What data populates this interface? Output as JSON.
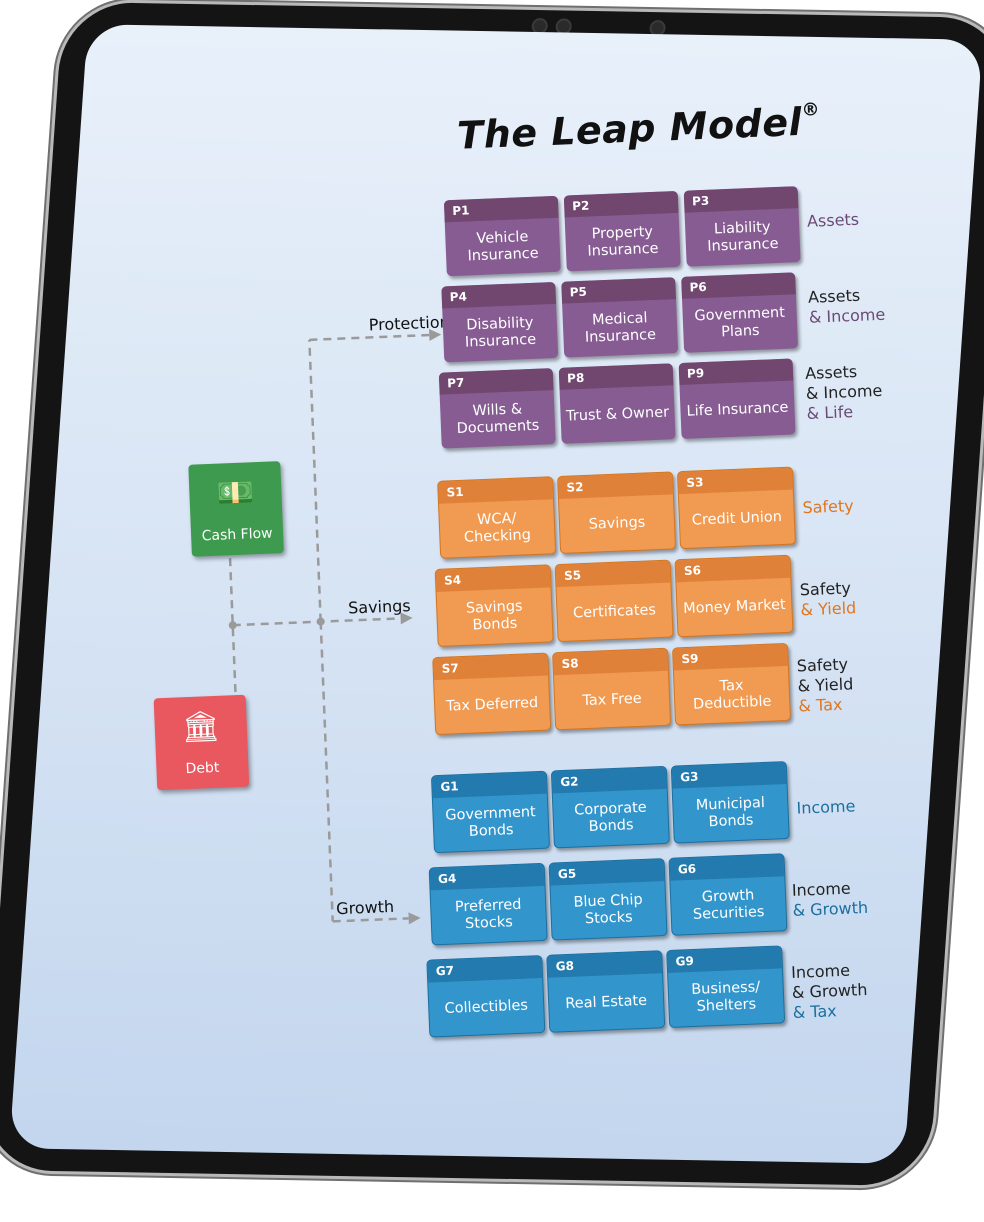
{
  "title": "The Leap Model",
  "title_mark": "®",
  "start_boxes": {
    "cash_flow": {
      "label": "Cash Flow",
      "icon": "money-stack-icon",
      "color": "#3e9a4e"
    },
    "debt": {
      "label": "Debt",
      "icon": "bank-clock-icon",
      "color": "#e9585f"
    }
  },
  "branches": {
    "protection": "Protection",
    "savings": "Savings",
    "growth": "Growth"
  },
  "protection": {
    "cards": [
      {
        "code": "P1",
        "label": "Vehicle Insurance"
      },
      {
        "code": "P2",
        "label": "Property Insurance"
      },
      {
        "code": "P3",
        "label": "Liability Insurance"
      },
      {
        "code": "P4",
        "label": "Disability Insurance"
      },
      {
        "code": "P5",
        "label": "Medical Insurance"
      },
      {
        "code": "P6",
        "label": "Government Plans"
      },
      {
        "code": "P7",
        "label": "Wills & Documents"
      },
      {
        "code": "P8",
        "label": "Trust & Owner"
      },
      {
        "code": "P9",
        "label": "Life Insurance"
      }
    ],
    "row_labels": [
      {
        "line1": "Assets",
        "line2": "",
        "line3": ""
      },
      {
        "line1": "Assets",
        "line2": "& Income",
        "line3": ""
      },
      {
        "line1": "Assets",
        "line2": "& Income",
        "line3": "& Life"
      }
    ]
  },
  "savings": {
    "cards": [
      {
        "code": "S1",
        "label": "WCA/ Checking"
      },
      {
        "code": "S2",
        "label": "Savings"
      },
      {
        "code": "S3",
        "label": "Credit Union"
      },
      {
        "code": "S4",
        "label": "Savings Bonds"
      },
      {
        "code": "S5",
        "label": "Certificates"
      },
      {
        "code": "S6",
        "label": "Money Market"
      },
      {
        "code": "S7",
        "label": "Tax Deferred"
      },
      {
        "code": "S8",
        "label": "Tax Free"
      },
      {
        "code": "S9",
        "label": "Tax Deductible"
      }
    ],
    "row_labels": [
      {
        "line1": "Safety",
        "line2": "",
        "line3": ""
      },
      {
        "line1": "Safety",
        "line2": "& Yield",
        "line3": ""
      },
      {
        "line1": "Safety",
        "line2": "& Yield",
        "line3": "& Tax"
      }
    ]
  },
  "growth": {
    "cards": [
      {
        "code": "G1",
        "label": "Government Bonds"
      },
      {
        "code": "G2",
        "label": "Corporate Bonds"
      },
      {
        "code": "G3",
        "label": "Municipal Bonds"
      },
      {
        "code": "G4",
        "label": "Preferred Stocks"
      },
      {
        "code": "G5",
        "label": "Blue Chip Stocks"
      },
      {
        "code": "G6",
        "label": "Growth Securities"
      },
      {
        "code": "G7",
        "label": "Collectibles"
      },
      {
        "code": "G8",
        "label": "Real Estate"
      },
      {
        "code": "G9",
        "label": "Business/ Shelters"
      }
    ],
    "row_labels": [
      {
        "line1": "Income",
        "line2": "",
        "line3": ""
      },
      {
        "line1": "Income",
        "line2": "& Growth",
        "line3": ""
      },
      {
        "line1": "Income",
        "line2": "& Growth",
        "line3": "& Tax"
      }
    ]
  }
}
